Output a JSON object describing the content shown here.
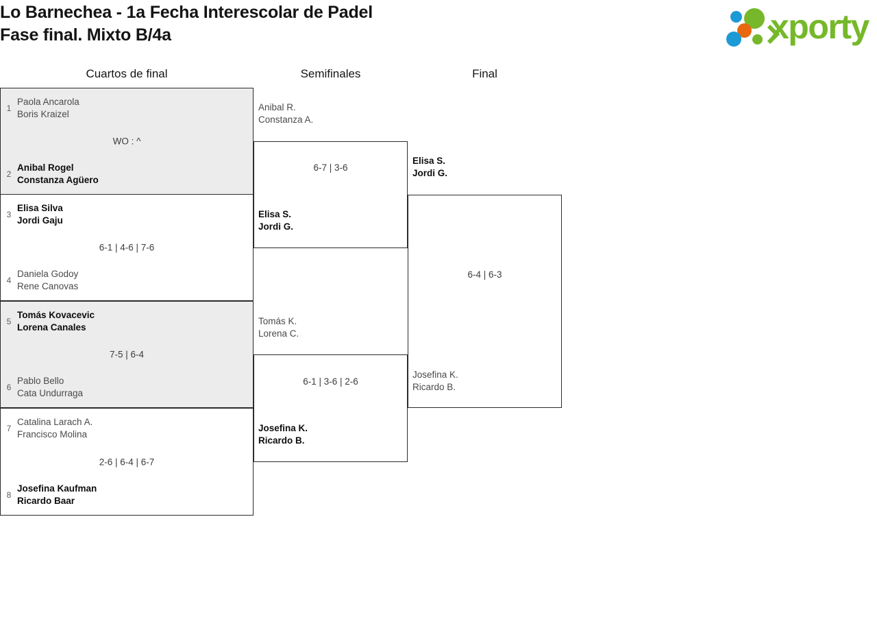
{
  "header": {
    "title_line1": "Lo Barnechea - 1a Fecha Interescolar de Padel",
    "title_line2": "Fase final. Mixto B/4a",
    "logo_text": "xporty",
    "logo_colors": {
      "green": "#76b82a",
      "blue": "#1b9ad6",
      "orange": "#e8680f"
    }
  },
  "rounds": [
    {
      "label": "Cuartos de final"
    },
    {
      "label": "Semifinales"
    },
    {
      "label": "Final"
    }
  ],
  "quarterfinals": [
    {
      "top": {
        "seed": "1",
        "p1": "Paola Ancarola",
        "p2": "Boris Kraizel",
        "winner": false
      },
      "bottom": {
        "seed": "2",
        "p1": "Anibal Rogel",
        "p2": "Constanza Agüero",
        "winner": true
      },
      "score": "WO : ^"
    },
    {
      "top": {
        "seed": "3",
        "p1": "Elisa Silva",
        "p2": "Jordi Gaju",
        "winner": true
      },
      "bottom": {
        "seed": "4",
        "p1": "Daniela Godoy",
        "p2": "Rene Canovas",
        "winner": false
      },
      "score": "6-1 | 4-6 | 7-6"
    },
    {
      "top": {
        "seed": "5",
        "p1": "Tomás Kovacevic",
        "p2": "Lorena Canales",
        "winner": true
      },
      "bottom": {
        "seed": "6",
        "p1": "Pablo Bello",
        "p2": "Cata Undurraga",
        "winner": false
      },
      "score": "7-5 | 6-4"
    },
    {
      "top": {
        "seed": "7",
        "p1": "Catalina Larach A.",
        "p2": "Francisco Molina",
        "winner": false
      },
      "bottom": {
        "seed": "8",
        "p1": "Josefina Kaufman",
        "p2": "Ricardo Baar",
        "winner": true
      },
      "score": "2-6 | 6-4 | 6-7"
    }
  ],
  "semifinals": [
    {
      "top": {
        "p1": "Anibal R.",
        "p2": "Constanza A.",
        "winner": false
      },
      "bottom": {
        "p1": "Elisa S.",
        "p2": "Jordi G.",
        "winner": true
      },
      "score": "6-7 | 3-6"
    },
    {
      "top": {
        "p1": "Tomás K.",
        "p2": "Lorena C.",
        "winner": false
      },
      "bottom": {
        "p1": "Josefina K.",
        "p2": "Ricardo B.",
        "winner": true
      },
      "score": "6-1 | 3-6 | 2-6"
    }
  ],
  "final": {
    "top": {
      "p1": "Elisa S.",
      "p2": "Jordi G.",
      "winner": true
    },
    "bottom": {
      "p1": "Josefina K.",
      "p2": "Ricardo B.",
      "winner": false
    },
    "score": "6-4 | 6-3"
  }
}
